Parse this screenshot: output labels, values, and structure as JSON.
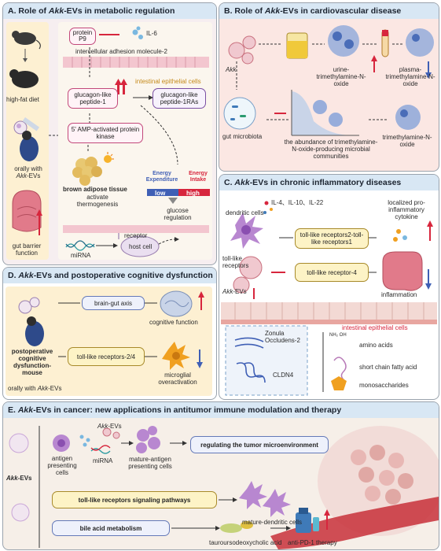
{
  "panels": {
    "a": {
      "title_pre": "A. Role of ",
      "title_em": "Akk",
      "title_post": "-EVs in metabolic regulation"
    },
    "b": {
      "title_pre": "B. Role of ",
      "title_em": "Akk",
      "title_post": "-EVs in cardiovascular disease"
    },
    "c": {
      "title_pre": "C. ",
      "title_em": "Akk",
      "title_post": "-EVs in chronic inflammatory diseases"
    },
    "d": {
      "title_pre": "D. ",
      "title_em": "Akk",
      "title_post": "-EVs and postoperative cognitive dysfunction"
    },
    "e": {
      "title_pre": "E. ",
      "title_em": "Akk",
      "title_post": "-EVs in cancer: new applications in antitumor immune modulation and therapy"
    }
  },
  "a": {
    "high_fat_diet": "high-fat diet",
    "orally_line1": "orally with",
    "orally_em": "Akk",
    "orally_post": "-EVs",
    "gut_barrier": "gut barrier function",
    "protein_p9": "protein P9",
    "il6": "IL-6",
    "icam": "intercellular adhesion molecule-2",
    "iec": "intestinal epithelial cells",
    "glp1": "glucagon-like peptide-1",
    "glp1ras": "glucagon-like peptide-1RAs",
    "ampk": "5' AMP-activated protein kinase",
    "bat": "brown adipose tissue",
    "activate": "activate thermogenesis",
    "energy_exp": "Energy Expenditure",
    "energy_int": "Energy Intake",
    "low": "low",
    "high": "high",
    "glucose": "glucose regulation",
    "receptor": "receptor",
    "mirna": "miRNA",
    "host_cell": "host cell"
  },
  "b": {
    "akk": "Akk",
    "urine_tmao": "urine-trimethylamine-N-oxide",
    "plasma_tmao": "plasma-trimethylamine-N-oxide",
    "gut_microbiota": "gut microbiota",
    "abundance": "the abundance of trimethylamine-N-oxide-producing microbial communities",
    "tmao": "trimethylamine-N-oxide"
  },
  "c": {
    "dendritic": "dendritic cells",
    "cytokines": "IL-4、IL-10、IL-22",
    "localized": "localized pro-inflammatory cytokine",
    "tlr21": "toll-like receptors2-toll-like receptors1",
    "tlr_label": "toll-like receptors",
    "tlr4": "toll-like receptor-4",
    "akk_evs_em": "Akk",
    "akk_evs_post": "-EVs",
    "inflammation": "inflammation",
    "iec": "intestinal epithelial cells",
    "zo2": "Zonula Occludens-2",
    "cldn4": "CLDN4",
    "amino": "amino acids",
    "scfa": "short chain fatty acid",
    "mono": "monosaccharides",
    "aa_chem_label": "NH₂   OH"
  },
  "d": {
    "brain_gut": "brain-gut axis",
    "cognitive": "cognitive function",
    "pocd": "postoperative cognitive dysfunction-mouse",
    "tlr24": "toll-like receptors-2/4",
    "microglial": "microglial overactivation",
    "orally_pre": "orally with ",
    "orally_em": "Akk",
    "orally_post": "-EVs"
  },
  "e": {
    "akk_evs_em": "Akk",
    "akk_evs_post": "-EVs",
    "akk_top_em": "Akk",
    "akk_top_post": "-EVs",
    "apc": "antigen presenting cells",
    "mirna": "miRNA",
    "mature_apc": "mature-antigen presenting cells",
    "regulating": "regulating the tumor microenvironment",
    "tlr_path": "toll-like receptors signaling pathways",
    "mature_dc": "mature-dendritic cells",
    "bile": "bile acid metabolism",
    "tudca": "tauroursodeoxycholic acid",
    "antipd1": "anti-PD-1 therapy"
  },
  "colors": {
    "accent_red": "#d7263d",
    "accent_blue": "#3f5fb5",
    "panel_border": "#9aa3ad"
  }
}
